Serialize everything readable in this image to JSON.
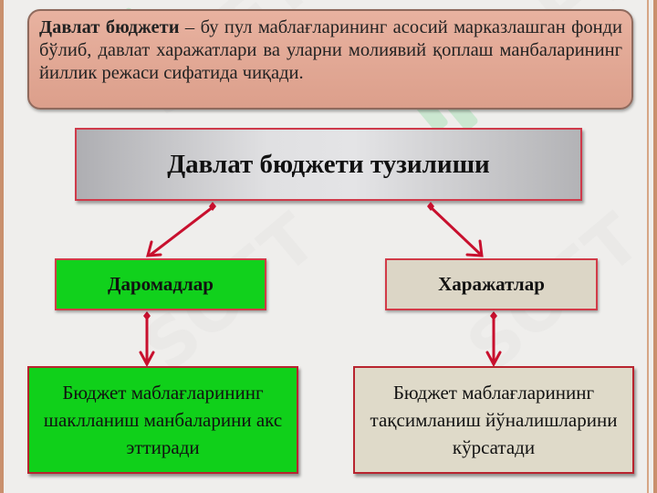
{
  "definition": {
    "term": "Давлат бюджети",
    "text": " – бу пул маблағларининг асосий марказлашган фонди бўлиб, давлат харажатлари ва уларни молиявий қоплаш манбаларининг йиллик режаси сифатида чиқади."
  },
  "diagram": {
    "title": "Давлат бюджети тузилиши",
    "revenue": {
      "label": "Даромадлар",
      "description": "Бюджет маблағларининг шаклланиш манбаларини акс эттиради"
    },
    "expenses": {
      "label": "Харажатлар",
      "description": "Бюджет маблағларининг тақсимланиш йўналишларини кўрсатади"
    }
  },
  "watermark": "SOFT",
  "colors": {
    "definition_bg": "#dfa490",
    "revenue_green": "#11d11c",
    "expense_beige": "#dcd6c6",
    "connector_red": "#c8102e",
    "box_border": "#d23b48"
  }
}
